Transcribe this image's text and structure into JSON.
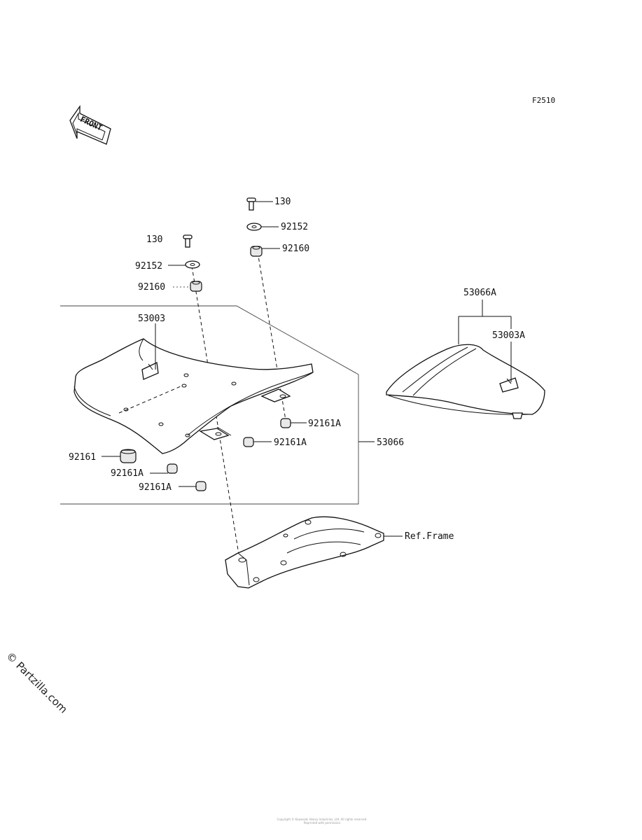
{
  "diagram": {
    "figure_code": "F2510",
    "front_arrow_text": "FRONT",
    "labels": {
      "bolt_right": "130",
      "collar_right": "92152",
      "damper_right": "92160",
      "bolt_left": "130",
      "collar_left": "92152",
      "damper_left": "92160",
      "seat_front": "53003",
      "seat_rear_assy": "53066A",
      "seat_rear": "53003A",
      "damper_rr_upper": "92161A",
      "damper_rr_lower": "92161A",
      "seat_assy": "53066",
      "damper_front": "92161",
      "damper_fl_upper": "92161A",
      "damper_fl_lower": "92161A",
      "frame_ref": "Ref.Frame"
    },
    "watermark": "© Partzilla.com",
    "footer_line1": "Copyright © Kawasaki Heavy Industries, Ltd. All rights reserved.",
    "footer_line2": "Reprinted with permission"
  }
}
